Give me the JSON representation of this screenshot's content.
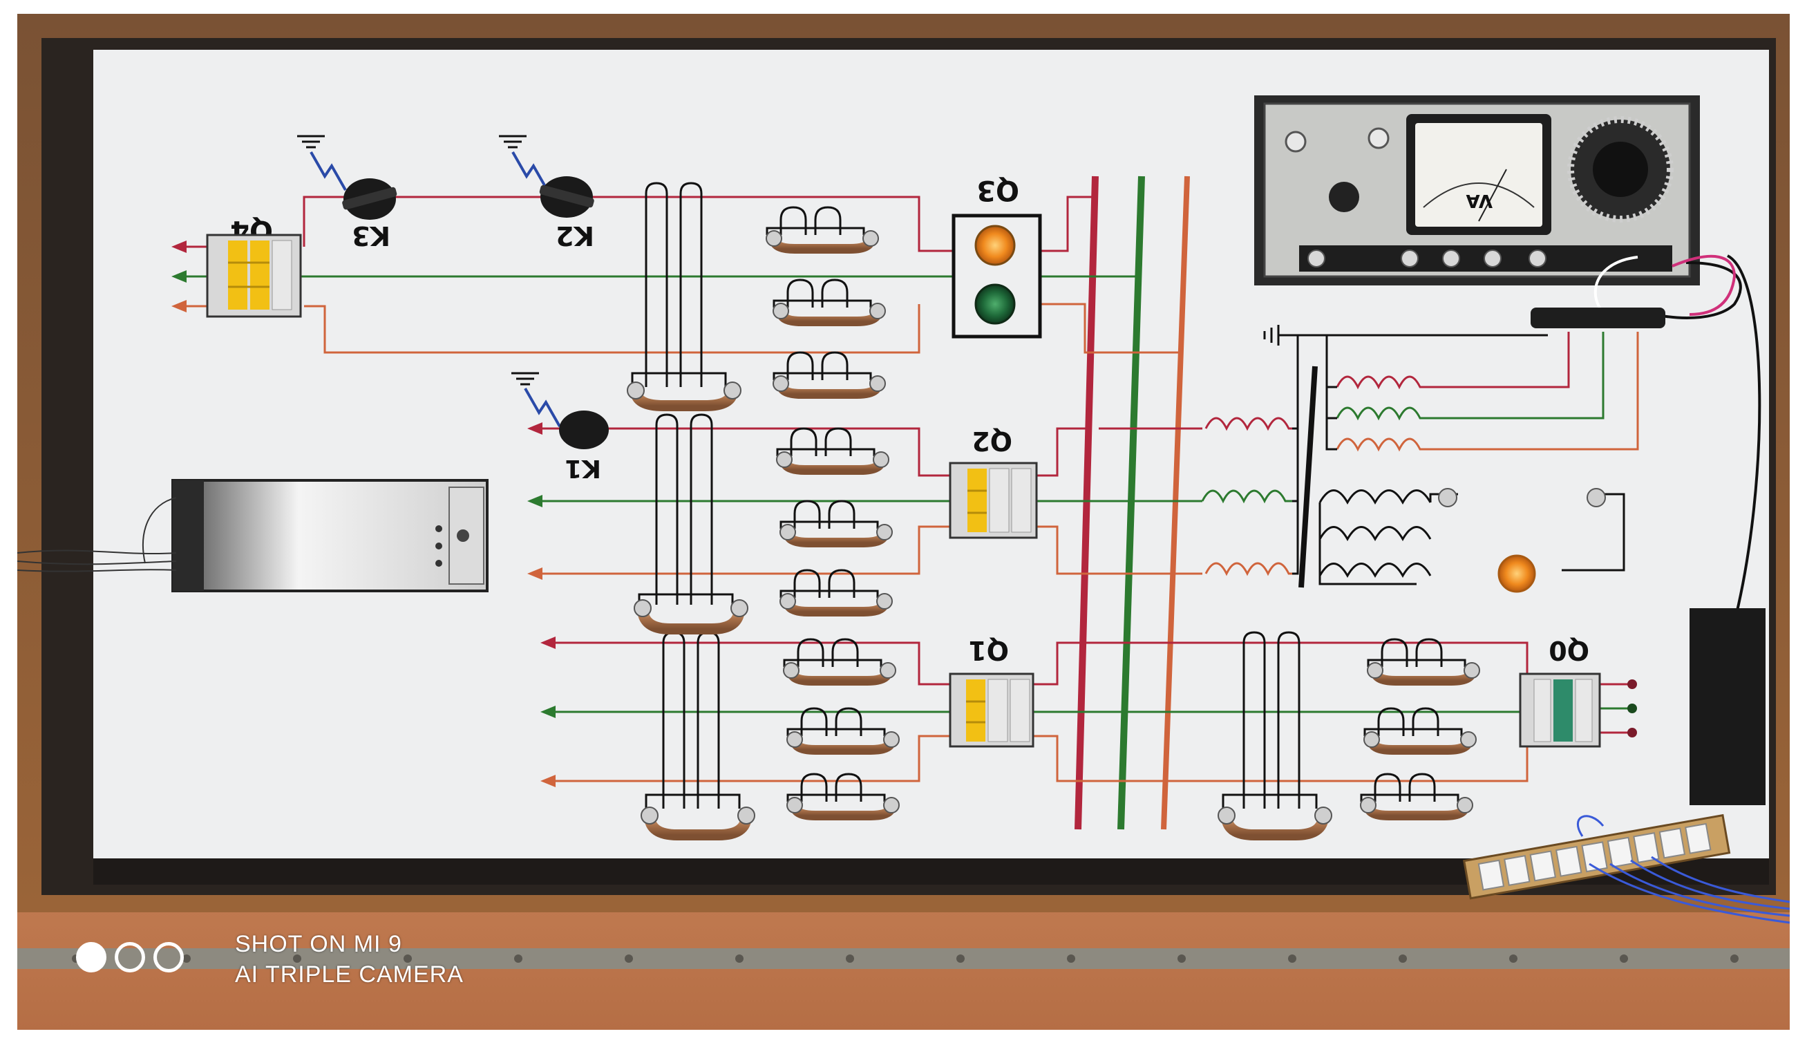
{
  "photo": {
    "subject": "electrical-training-panel",
    "colors": {
      "frame_wood": "#8a5a34",
      "panel_white": "#eeeff0",
      "phase_red": "#b2263d",
      "phase_green": "#2c7a2f",
      "phase_orange": "#d0643c",
      "copper": "#b9865a",
      "lamp_orange": "#f08a1e",
      "lamp_green": "#1f6b3a",
      "breaker_yellow": "#f2c014"
    },
    "labels": {
      "q4": "Q4",
      "q3": "Q3",
      "q2": "Q2",
      "q1": "Q1",
      "q0": "Q0",
      "k3": "K3",
      "k2": "K2",
      "k1": "K1"
    },
    "meter": {
      "scale_label": "VA"
    }
  },
  "watermark": {
    "line1": "SHOT ON MI 9",
    "line2": "AI TRIPLE CAMERA"
  }
}
